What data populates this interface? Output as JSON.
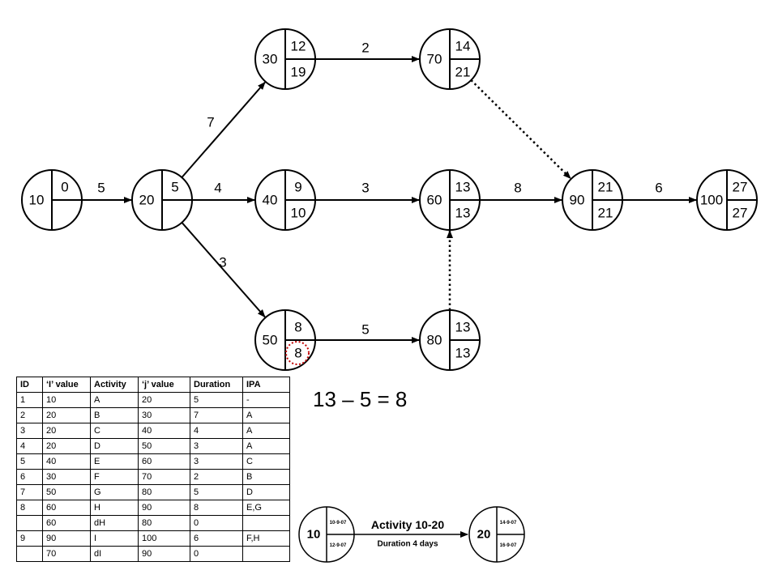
{
  "nodes": [
    {
      "id": "10",
      "est": "0",
      "lft": ""
    },
    {
      "id": "20",
      "est": "5",
      "lft": ""
    },
    {
      "id": "30",
      "est": "12",
      "lft": "19"
    },
    {
      "id": "40",
      "est": "9",
      "lft": "10"
    },
    {
      "id": "50",
      "est": "8",
      "lft": "8"
    },
    {
      "id": "60",
      "est": "13",
      "lft": "13"
    },
    {
      "id": "70",
      "est": "14",
      "lft": "21"
    },
    {
      "id": "80",
      "est": "13",
      "lft": "13"
    },
    {
      "id": "90",
      "est": "21",
      "lft": "21"
    },
    {
      "id": "100",
      "est": "27",
      "lft": "27"
    }
  ],
  "edges": [
    {
      "from": "10",
      "to": "20",
      "label": "5",
      "dummy": false
    },
    {
      "from": "20",
      "to": "30",
      "label": "7",
      "dummy": false
    },
    {
      "from": "20",
      "to": "40",
      "label": "4",
      "dummy": false
    },
    {
      "from": "20",
      "to": "50",
      "label": "3",
      "dummy": false
    },
    {
      "from": "30",
      "to": "70",
      "label": "2",
      "dummy": false
    },
    {
      "from": "40",
      "to": "60",
      "label": "3",
      "dummy": false
    },
    {
      "from": "50",
      "to": "80",
      "label": "5",
      "dummy": false
    },
    {
      "from": "60",
      "to": "90",
      "label": "8",
      "dummy": false
    },
    {
      "from": "90",
      "to": "100",
      "label": "6",
      "dummy": false
    },
    {
      "from": "70",
      "to": "90",
      "label": "",
      "dummy": true
    },
    {
      "from": "80",
      "to": "60",
      "label": "",
      "dummy": true
    }
  ],
  "highlight": {
    "node": "50",
    "cell": "lft",
    "color": "#c00000"
  },
  "equation": "13 – 5 = 8",
  "table": {
    "headers": [
      "ID",
      "‘I’ value",
      "Activity",
      "‘j’ value",
      "Duration",
      "IPA"
    ],
    "rows": [
      [
        "1",
        "10",
        "A",
        "20",
        "5",
        "-"
      ],
      [
        "2",
        "20",
        "B",
        "30",
        "7",
        "A"
      ],
      [
        "3",
        "20",
        "C",
        "40",
        "4",
        "A"
      ],
      [
        "4",
        "20",
        "D",
        "50",
        "3",
        "A"
      ],
      [
        "5",
        "40",
        "E",
        "60",
        "3",
        "C"
      ],
      [
        "6",
        "30",
        "F",
        "70",
        "2",
        "B"
      ],
      [
        "7",
        "50",
        "G",
        "80",
        "5",
        "D"
      ],
      [
        "8",
        "60",
        "H",
        "90",
        "8",
        "E,G"
      ],
      [
        "",
        "60",
        "dH",
        "80",
        "0",
        ""
      ],
      [
        "9",
        "90",
        "I",
        "100",
        "6",
        "F,H"
      ],
      [
        "",
        "70",
        "dI",
        "90",
        "0",
        ""
      ]
    ]
  },
  "example": {
    "from": {
      "id": "10",
      "top": "10-9-07",
      "bottom": "12-9-07"
    },
    "to": {
      "id": "20",
      "top": "14-9-07",
      "bottom": "16-9-07"
    },
    "title": "Activity 10-20",
    "subtitle": "Duration 4 days"
  }
}
